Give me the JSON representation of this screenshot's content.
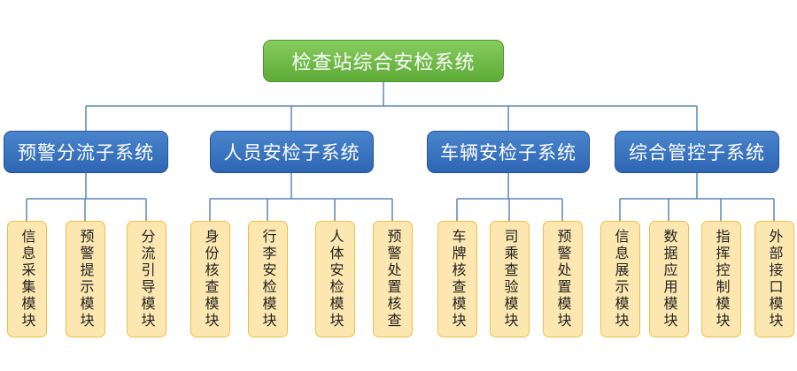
{
  "root": {
    "label": "检查站综合安检系统"
  },
  "subsystems": [
    {
      "label": "预警分流子系统",
      "modules": [
        "信息采集模块",
        "预警提示模块",
        "分流引导模块"
      ]
    },
    {
      "label": "人员安检子系统",
      "modules": [
        "身份核查模块",
        "行李安检模块",
        "人体安检模块",
        "预警处置核查"
      ]
    },
    {
      "label": "车辆安检子系统",
      "modules": [
        "车牌核查模块",
        "司乘查验模块",
        "预警处置模块"
      ]
    },
    {
      "label": "综合管控子系统",
      "modules": [
        "信息展示模块",
        "数据应用模块",
        "指挥控制模块",
        "外部接口模块"
      ]
    }
  ]
}
